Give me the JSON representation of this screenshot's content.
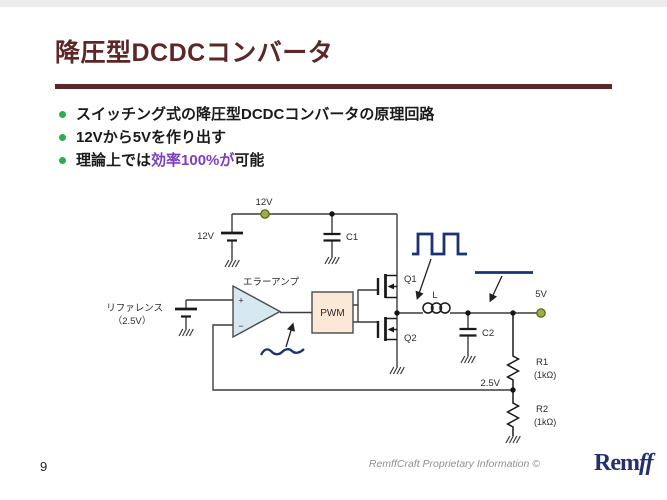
{
  "slide": {
    "title": "降圧型DCDCコンバータ",
    "page_number": "9",
    "footer": "RemffCraft Proprietary  Information ©",
    "logo": {
      "prefix": "Rem",
      "suffix": "ff"
    },
    "colors": {
      "title_maroon": "#5E2727",
      "bullet_green": "#2FAC4F",
      "highlight_purple": "#7D3EC2",
      "annotation_navy": "#1A3273",
      "opamp_fill": "#D6E8F0",
      "pwm_fill": "#FBE8D6",
      "terminal_green": "#9CAE45"
    }
  },
  "bullets": {
    "b1": {
      "text": "スイッチング式の降圧型DCDCコンバータの原理回路"
    },
    "b2": {
      "text": "12Vから5Vを作り出す"
    },
    "b3": {
      "pre": "理論上では",
      "highlight": "効率100%が",
      "post": "可能"
    }
  },
  "circuit": {
    "labels": {
      "rail_12v": "12V",
      "battery_12v": "12V",
      "c1": "C1",
      "error_amp": "エラーアンプ",
      "reference_line1": "リファレンス",
      "reference_line2": "（2.5V）",
      "plus": "+",
      "minus": "−",
      "pwm": "PWM",
      "q1": "Q1",
      "q2": "Q2",
      "inductor": "L",
      "out_5v": "5V",
      "c2": "C2",
      "fb_2_5v": "2.5V",
      "r1": "R1",
      "r1_value": "(1kΩ)",
      "r2": "R2",
      "r2_value": "(1kΩ)"
    }
  }
}
